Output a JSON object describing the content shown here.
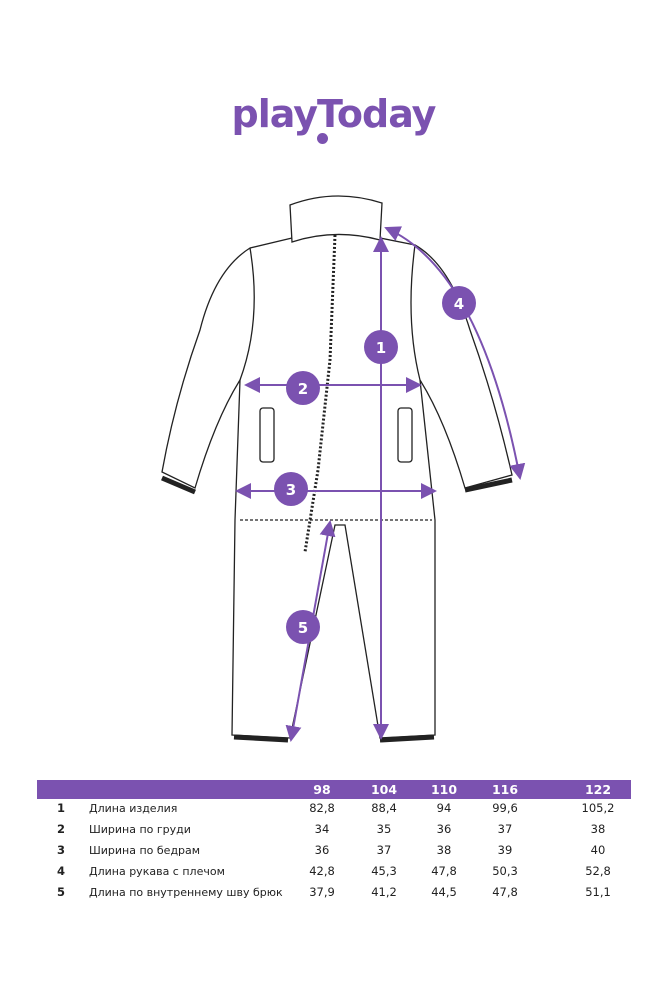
{
  "brand": {
    "logo_text": "playToday",
    "color": "#7b52b0"
  },
  "measurements_markers": [
    "1",
    "2",
    "3",
    "4",
    "5"
  ],
  "table": {
    "sizes": [
      "98",
      "104",
      "110",
      "116",
      "122"
    ],
    "rows": [
      {
        "num": "1",
        "label": "Длина изделия",
        "values": [
          "82,8",
          "88,4",
          "94",
          "99,6",
          "105,2"
        ]
      },
      {
        "num": "2",
        "label": "Ширина по груди",
        "values": [
          "34",
          "35",
          "36",
          "37",
          "38"
        ]
      },
      {
        "num": "3",
        "label": "Ширина по бедрам",
        "values": [
          "36",
          "37",
          "38",
          "39",
          "40"
        ]
      },
      {
        "num": "4",
        "label": "Длина рукава с плечом",
        "values": [
          "42,8",
          "45,3",
          "47,8",
          "50,3",
          "52,8"
        ]
      },
      {
        "num": "5",
        "label": "Длина по внутреннему шву брюк",
        "values": [
          "37,9",
          "41,2",
          "44,5",
          "47,8",
          "51,1"
        ]
      }
    ]
  }
}
